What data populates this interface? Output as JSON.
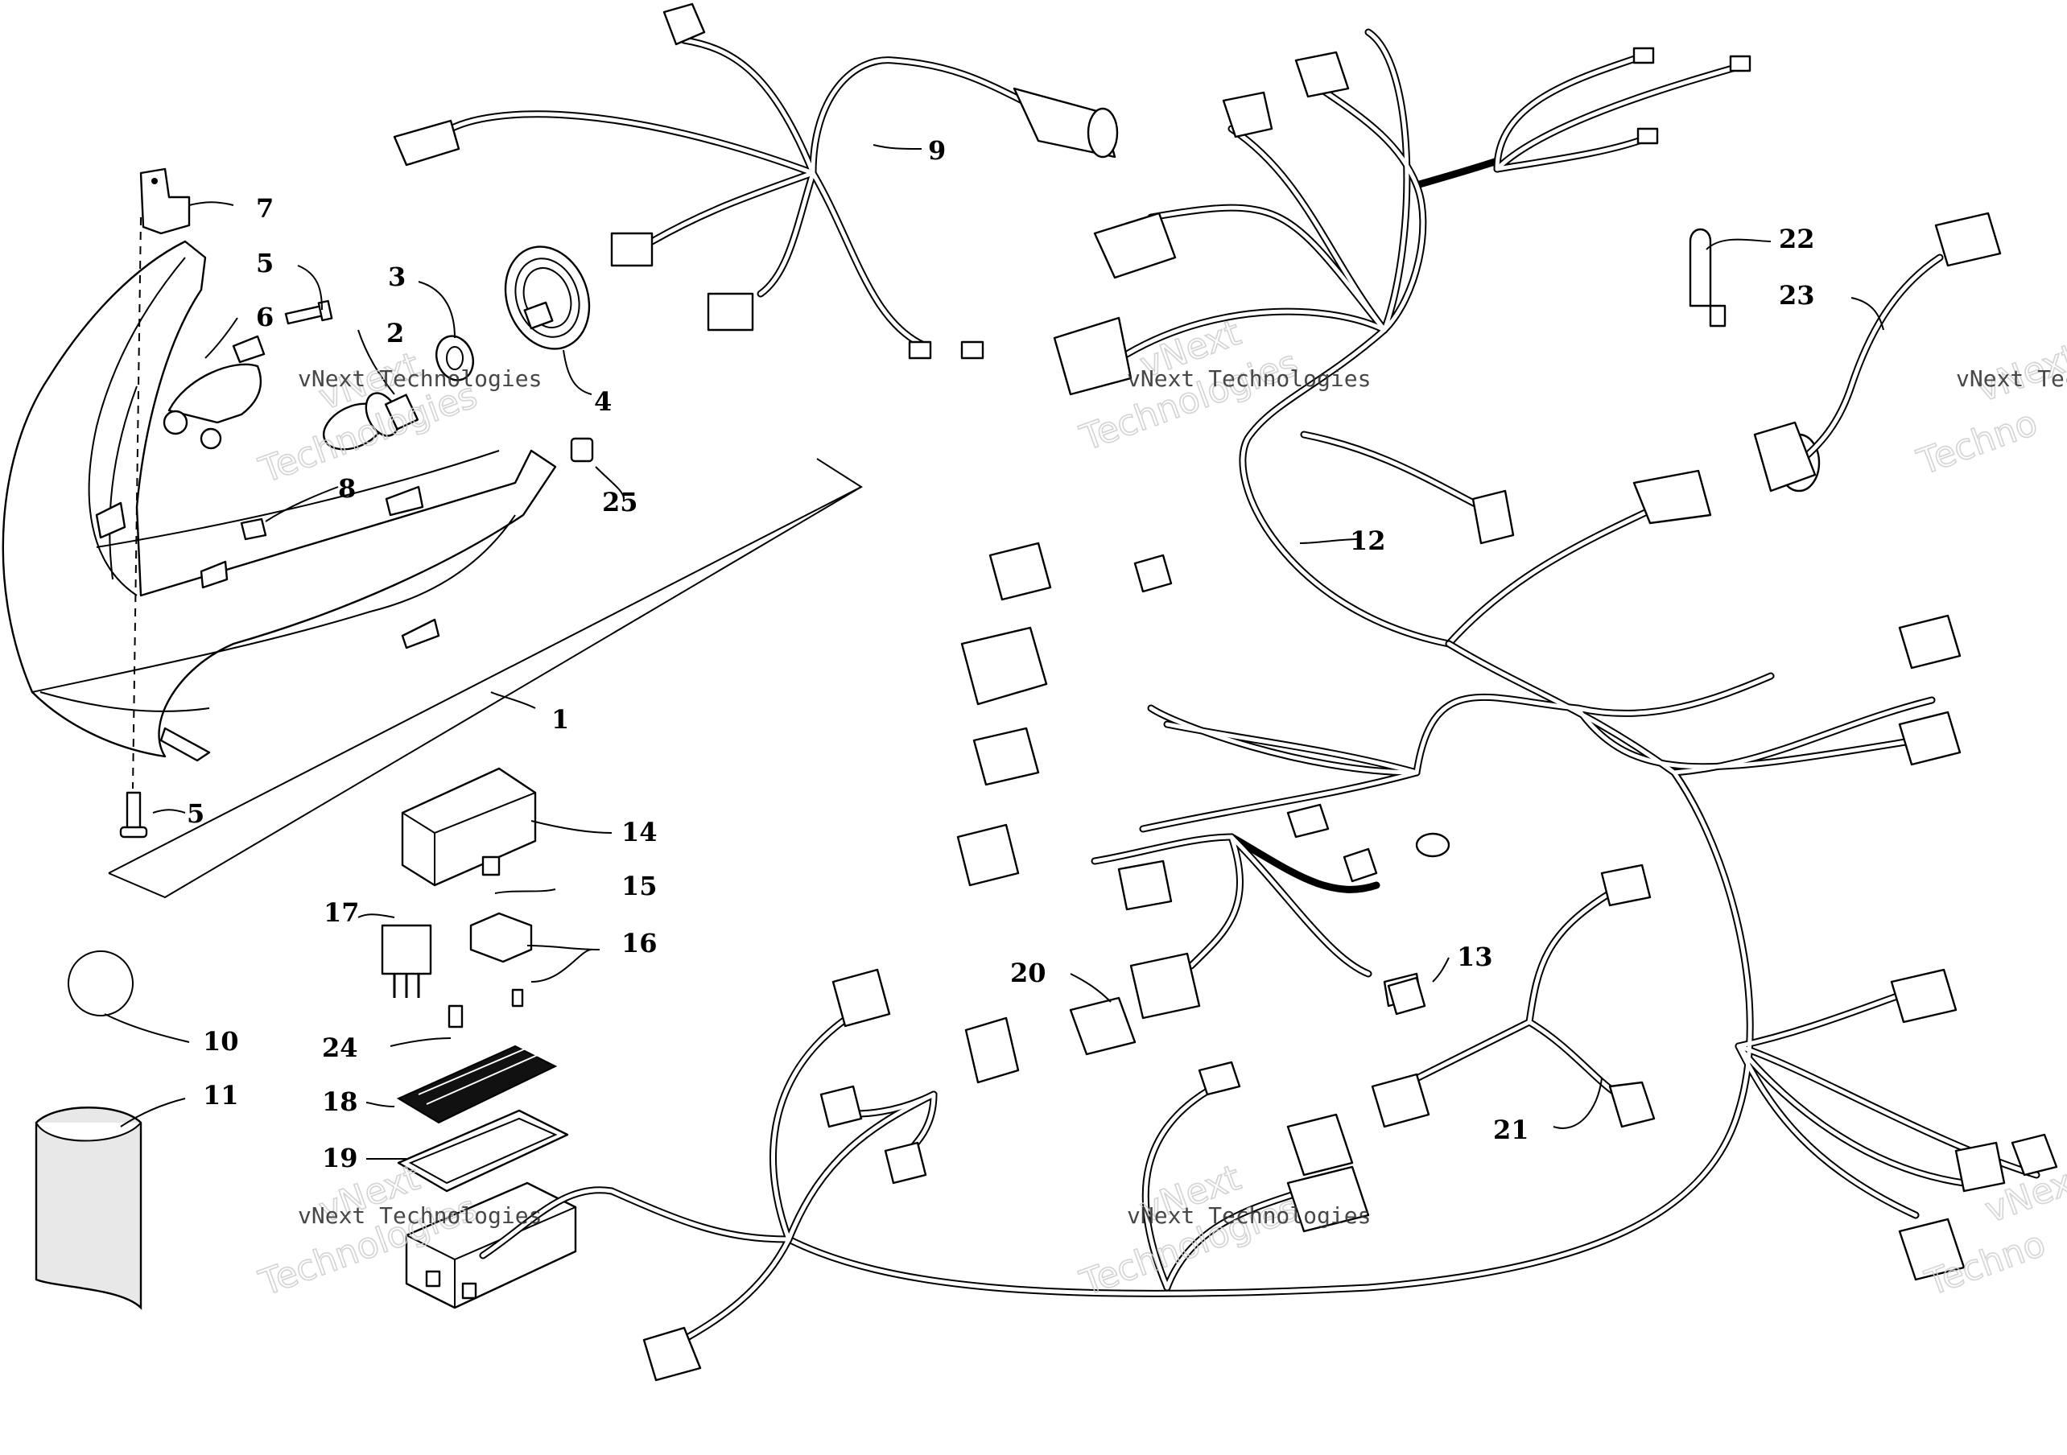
{
  "callouts": {
    "c1": "1",
    "c2": "2",
    "c3": "3",
    "c4": "4",
    "c5a": "5",
    "c5b": "5",
    "c6": "6",
    "c7": "7",
    "c8": "8",
    "c9": "9",
    "c10": "10",
    "c11": "11",
    "c12": "12",
    "c13": "13",
    "c14": "14",
    "c15": "15",
    "c16": "16",
    "c17": "17",
    "c18": "18",
    "c19": "19",
    "c20": "20",
    "c21": "21",
    "c22": "22",
    "c23": "23",
    "c24": "24",
    "c25": "25"
  },
  "watermark": {
    "line1": "vNext",
    "line2": "Technologies",
    "caption": "vNext Technologies",
    "caption_cut": "vNext Tec",
    "line2_cut": "Techno"
  }
}
